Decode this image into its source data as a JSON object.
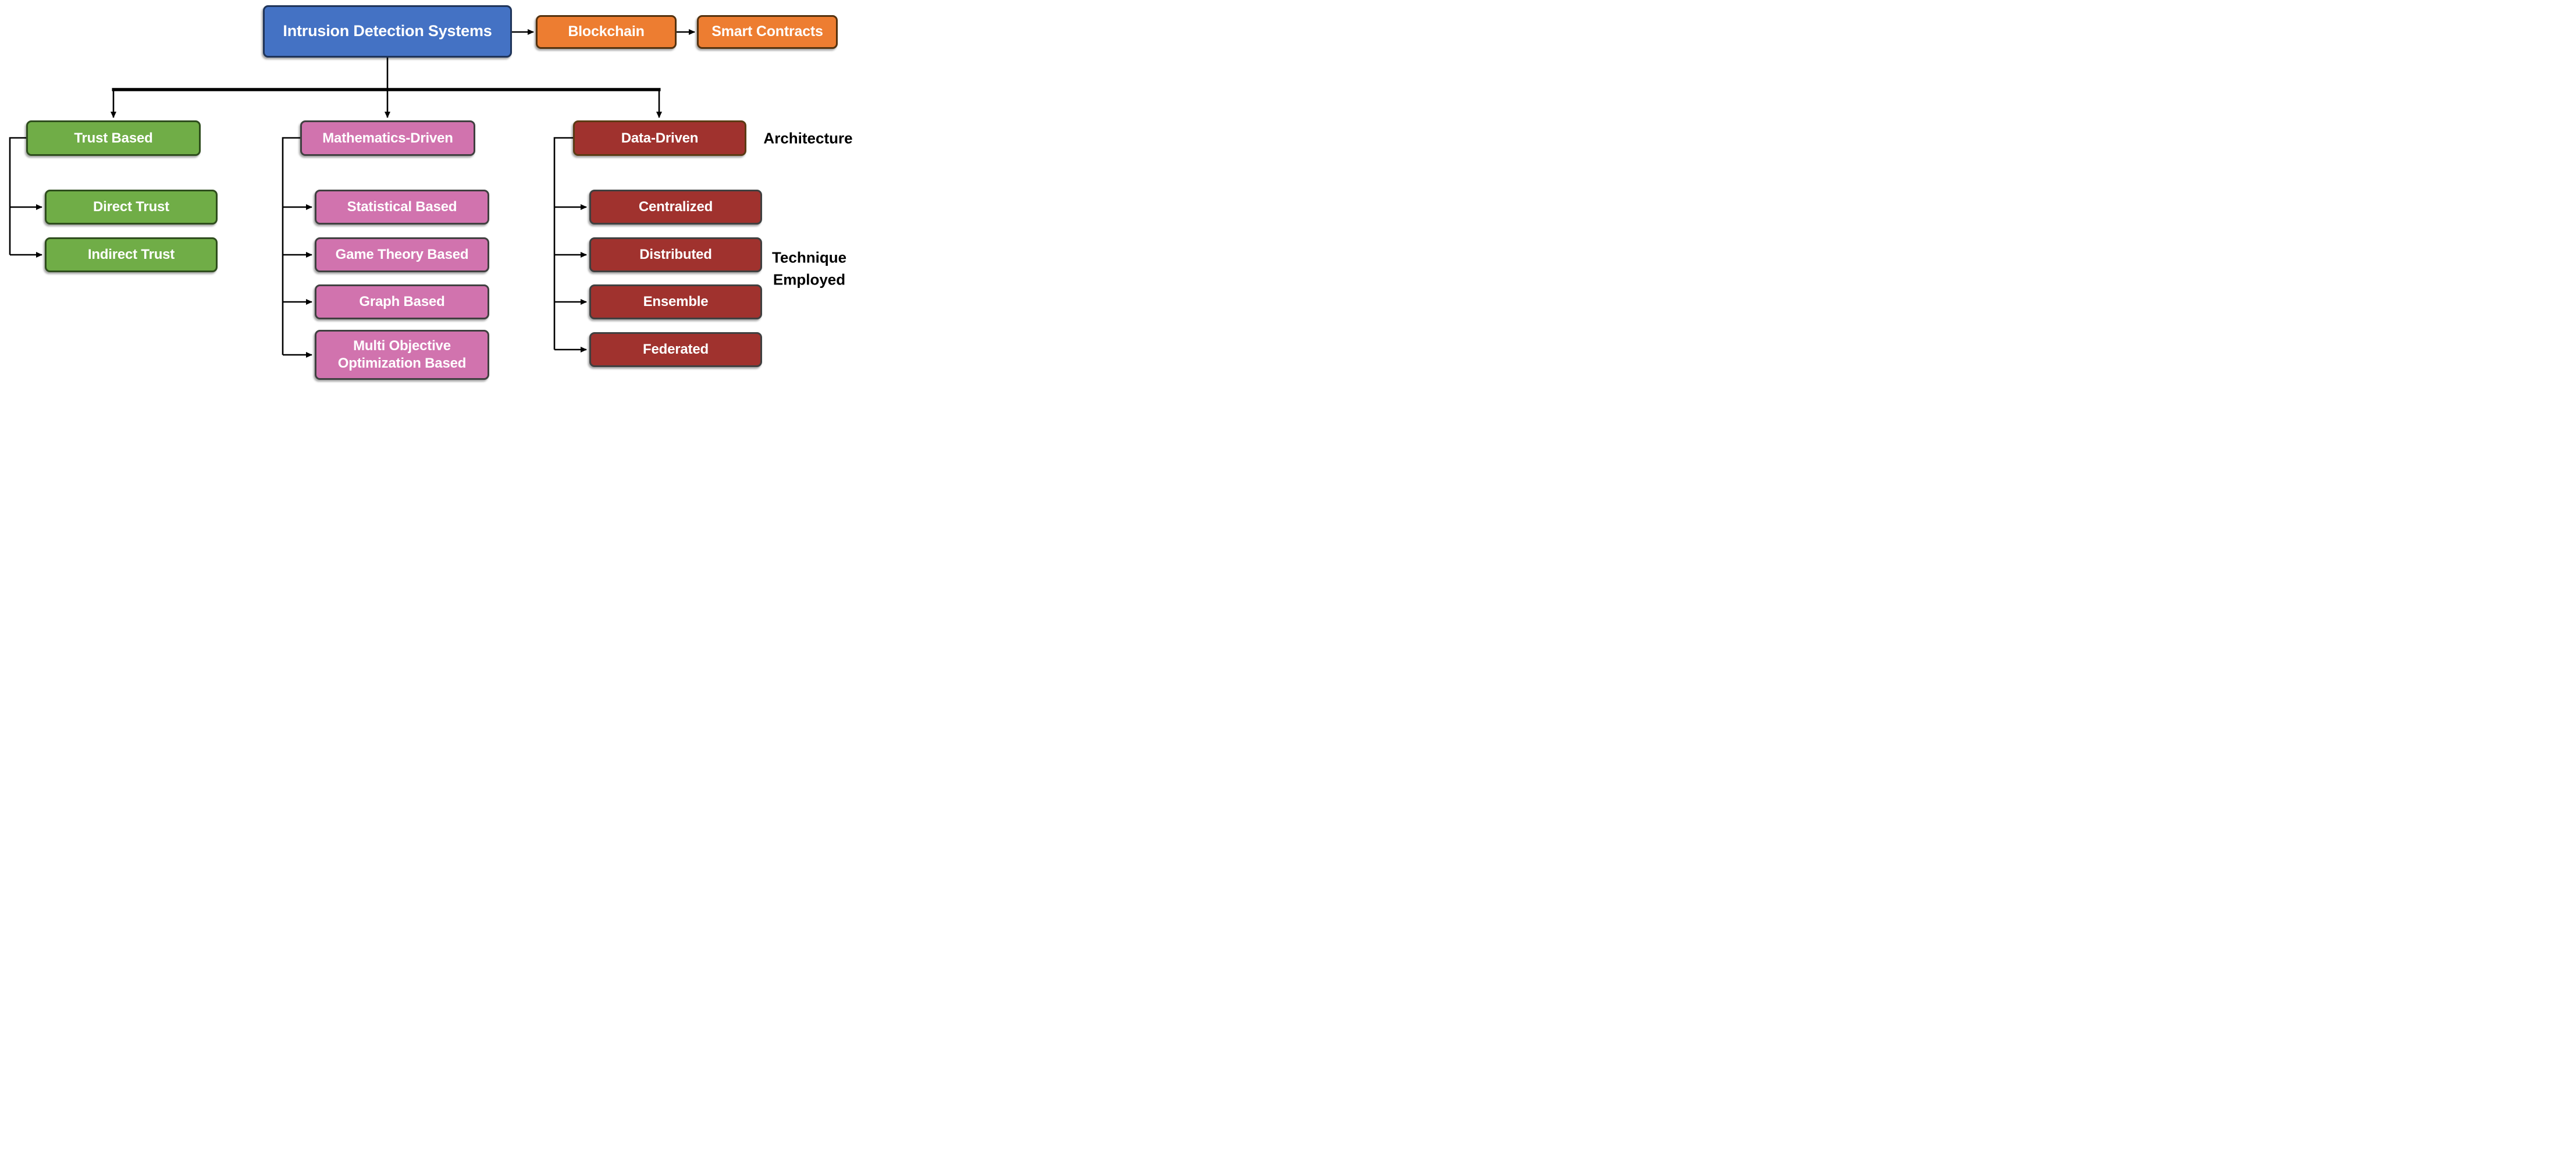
{
  "diagram": {
    "title_box": "Intrusion Detection Systems",
    "blockchain_box": "Blockchain",
    "smart_contracts_box": "Smart Contracts",
    "architecture_label": "Architecture",
    "technique_label_line1": "Technique",
    "technique_label_line2": "Employed",
    "branches": [
      {
        "label": "Trust Based",
        "children": [
          {
            "label": "Direct Trust"
          },
          {
            "label": "Indirect Trust"
          }
        ]
      },
      {
        "label": "Mathematics-Driven",
        "children": [
          {
            "label": "Statistical Based"
          },
          {
            "label": "Game Theory Based"
          },
          {
            "label": "Graph Based"
          },
          {
            "label": "Multi Objective Optimization Based"
          }
        ]
      },
      {
        "label": "Data-Driven",
        "children": [
          {
            "label": "Centralized"
          },
          {
            "label": "Distributed"
          },
          {
            "label": "Ensemble"
          },
          {
            "label": "Federated"
          }
        ]
      }
    ]
  },
  "colors": {
    "bg": "#ffffff",
    "line": "#000000",
    "text_light": "#ffffff",
    "text_dark": "#000000",
    "blue": "#4472C4",
    "blue_border": "#1F3459",
    "orange": "#ED7D31",
    "orange_border": "#54320F",
    "green": "#70AD47",
    "green_border": "#2E4D1D",
    "pink": "#D173AE",
    "pink_border": "#404040",
    "red": "#A0322E",
    "red_border": "#404040",
    "red_parent_border": "#5B3A13"
  }
}
